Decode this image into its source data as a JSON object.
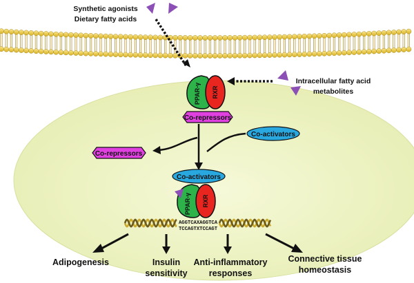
{
  "labels": {
    "ligand_source_line1": "Synthetic agonists",
    "ligand_source_line2": "Dietary fatty acids",
    "intracellular_line1": "Intracellular fatty acid",
    "intracellular_line2": "metabolites",
    "ppar": "PPAR-γ",
    "rxr": "RXR",
    "corepressors_bound": "Co-repressors",
    "corepressors_released": "Co-repressors",
    "coactivators_free": "Co-activators",
    "coactivators_bound": "Co-activators",
    "dna_seq_top": "AGGTCAXAGGTCA",
    "dna_seq_bottom": "TCCAGTXTCCAGT"
  },
  "outcomes": [
    {
      "line1": "Adipogenesis",
      "line2": ""
    },
    {
      "line1": "Insulin",
      "line2": "sensitivity"
    },
    {
      "line1": "Anti-inflammatory",
      "line2": "responses"
    },
    {
      "line1": "Connective tissue",
      "line2": "homeostasis"
    }
  ],
  "colors": {
    "ppar": "#2db34a",
    "rxr": "#e8251f",
    "corepressor": "#e040e0",
    "coactivator": "#29a8e0",
    "ligand": "#8c4fb5",
    "nucleus": "#eef3c4",
    "membrane_head": "#f2d24a",
    "dna": "#d6b84a"
  }
}
